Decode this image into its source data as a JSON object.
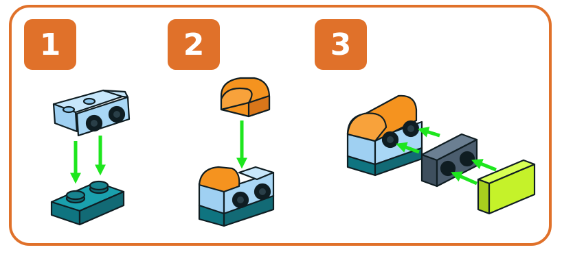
{
  "steps": [
    {
      "number": "1"
    },
    {
      "number": "2"
    },
    {
      "number": "3"
    }
  ],
  "colors": {
    "frame": "#e0712a",
    "badge": "#e0712a",
    "light_blue": "#a9d7f5",
    "teal": "#14808c",
    "orange": "#f08a1c",
    "slate": "#4b5d6e",
    "lime": "#c5f22a",
    "arrow": "#1ee61e",
    "outline": "#0f1d22"
  },
  "icons": [
    "light-blue-bracket",
    "teal-plate",
    "orange-curved-slope",
    "slate-plate",
    "lime-tile",
    "green-arrow"
  ]
}
